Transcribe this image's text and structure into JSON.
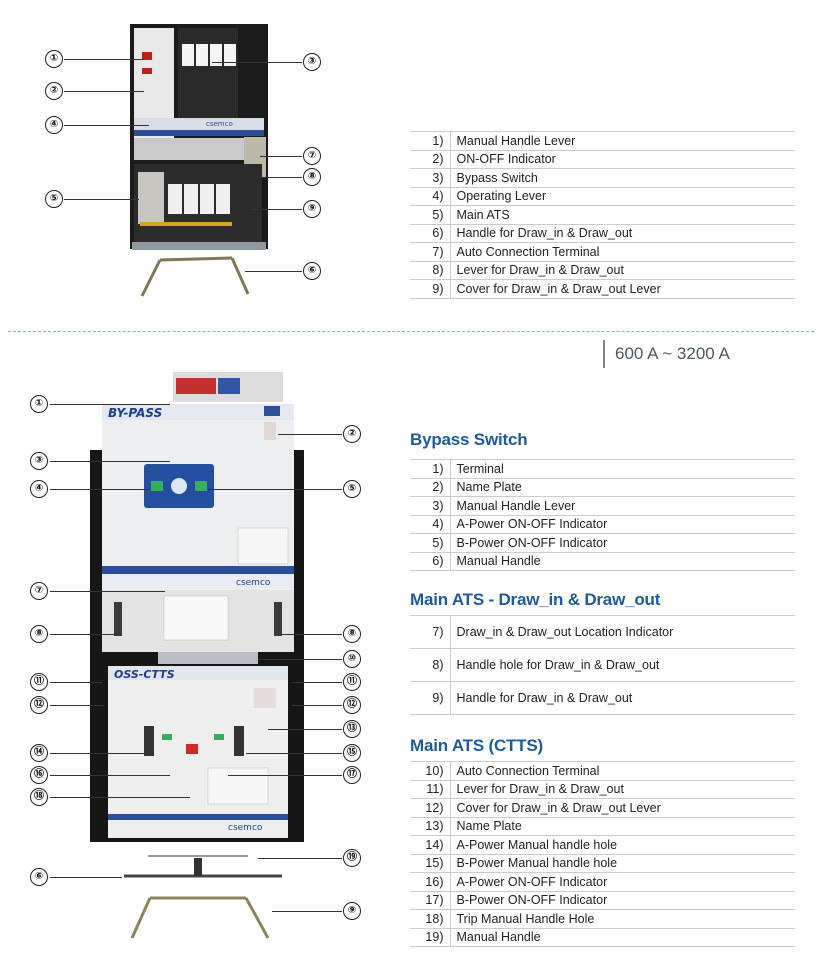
{
  "top_unit": {
    "callouts": [
      "①",
      "②",
      "③",
      "④",
      "⑤",
      "⑥",
      "⑦",
      "⑧",
      "⑨"
    ],
    "brand": "csemco",
    "items": [
      {
        "num": "1)",
        "label": "Manual Handle Lever"
      },
      {
        "num": "2)",
        "label": "ON-OFF Indicator"
      },
      {
        "num": "3)",
        "label": "Bypass Switch"
      },
      {
        "num": "4)",
        "label": "Operating Lever"
      },
      {
        "num": "5)",
        "label": "Main ATS"
      },
      {
        "num": "6)",
        "label": "Handle for Draw_in & Draw_out"
      },
      {
        "num": "7)",
        "label": "Auto Connection Terminal"
      },
      {
        "num": "8)",
        "label": "Lever for Draw_in & Draw_out"
      },
      {
        "num": "9)",
        "label": "Cover for Draw_in & Draw_out Lever"
      }
    ]
  },
  "range_label": "600 A ~ 3200 A",
  "bottom_unit": {
    "panel_top_label": "BY-PASS",
    "panel_bottom_label": "OSS-CTTS",
    "brand": "csemco",
    "callouts": [
      "①",
      "②",
      "③",
      "④",
      "⑤",
      "⑦",
      "⑧",
      "⑧",
      "⑩",
      "⑪",
      "⑪",
      "⑫",
      "⑫",
      "⑬",
      "⑭",
      "⑮",
      "⑯",
      "⑰",
      "⑱",
      "⑲",
      "⑥",
      "⑨"
    ]
  },
  "bypass_switch": {
    "title": "Bypass Switch",
    "items": [
      {
        "num": "1)",
        "label": "Terminal"
      },
      {
        "num": "2)",
        "label": "Name Plate"
      },
      {
        "num": "3)",
        "label": "Manual Handle Lever"
      },
      {
        "num": "4)",
        "label": "A-Power ON-OFF Indicator"
      },
      {
        "num": "5)",
        "label": "B-Power ON-OFF Indicator"
      },
      {
        "num": "6)",
        "label": "Manual Handle"
      }
    ]
  },
  "main_ats_draw": {
    "title": "Main ATS - Draw_in & Draw_out",
    "items": [
      {
        "num": "7)",
        "label": "Draw_in & Draw_out Location Indicator"
      },
      {
        "num": "8)",
        "label": "Handle hole for Draw_in & Draw_out"
      },
      {
        "num": "9)",
        "label": "Handle for Draw_in & Draw_out"
      }
    ]
  },
  "main_ats_ctts": {
    "title": "Main ATS (CTTS)",
    "items": [
      {
        "num": "10)",
        "label": "Auto Connection Terminal"
      },
      {
        "num": "11)",
        "label": "Lever for Draw_in & Draw_out"
      },
      {
        "num": "12)",
        "label": "Cover for Draw_in & Draw_out Lever"
      },
      {
        "num": "13)",
        "label": "Name Plate"
      },
      {
        "num": "14)",
        "label": "A-Power Manual handle hole"
      },
      {
        "num": "15)",
        "label": "B-Power Manual handle hole"
      },
      {
        "num": "16)",
        "label": "A-Power ON-OFF Indicator"
      },
      {
        "num": "17)",
        "label": "B-Power ON-OFF Indicator"
      },
      {
        "num": "18)",
        "label": "Trip Manual Handle Hole"
      },
      {
        "num": "19)",
        "label": "Manual Handle"
      }
    ]
  }
}
